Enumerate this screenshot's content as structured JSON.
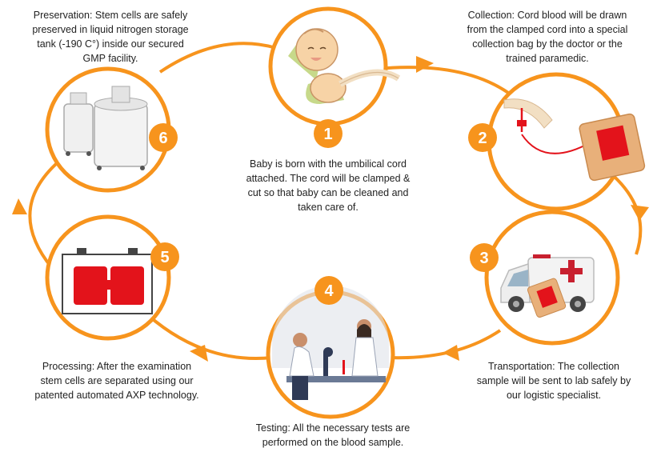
{
  "colors": {
    "ring": "#f7941d",
    "badge": "#f7941d",
    "badge_text": "#ffffff",
    "blood_red": "#e3131b",
    "bag_tan": "#e8b07a",
    "text": "#222222"
  },
  "steps": [
    {
      "number": "1",
      "icon": "baby-icon",
      "caption": [
        "Baby is born with the umbilical cord",
        "attached. The cord will be clamped &",
        "cut so that baby can be cleaned and",
        "taken care of."
      ]
    },
    {
      "number": "2",
      "icon": "blood-collection-bag-icon",
      "caption": [
        "Collection: Cord blood will be drawn",
        "from the clamped cord into a special",
        "collection bag by the doctor or the",
        "trained paramedic."
      ]
    },
    {
      "number": "3",
      "icon": "ambulance-icon",
      "caption": [
        "Transportation: The collection",
        "sample will be sent to lab safely by",
        "our logistic specialist."
      ]
    },
    {
      "number": "4",
      "icon": "lab-scientists-icon",
      "caption": [
        "Testing: All the necessary tests are",
        "performed on the blood sample."
      ]
    },
    {
      "number": "5",
      "icon": "processing-cassette-icon",
      "caption": [
        "Processing: After the examination",
        "stem cells are  separated using our",
        "patented automated AXP technology."
      ]
    },
    {
      "number": "6",
      "icon": "nitrogen-tank-icon",
      "caption": [
        "Preservation: Stem cells are safely",
        "preserved in liquid nitrogen storage",
        "tank (-190 C°) inside our secured",
        "GMP facility."
      ]
    }
  ]
}
